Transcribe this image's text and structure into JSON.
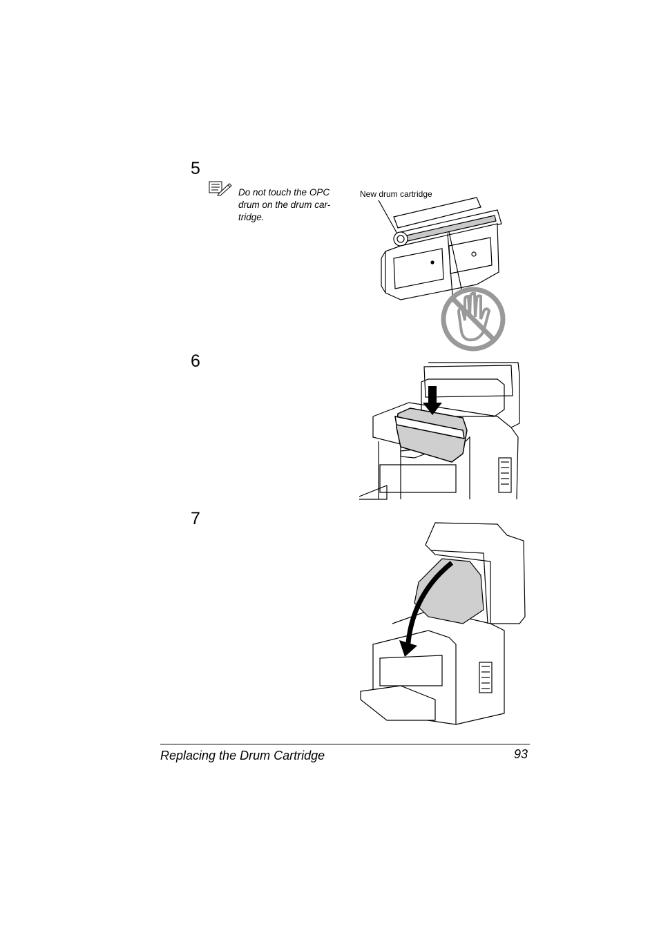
{
  "steps": [
    {
      "number": "5"
    },
    {
      "number": "6"
    },
    {
      "number": "7"
    }
  ],
  "note": {
    "icon": "note-pencil-icon",
    "lines": [
      "Do not touch the OPC",
      "drum on the drum car-",
      "tridge."
    ]
  },
  "figure1": {
    "callout": "New drum cartridge"
  },
  "footer": {
    "title": "Replacing the Drum Cartridge",
    "page": "93"
  }
}
